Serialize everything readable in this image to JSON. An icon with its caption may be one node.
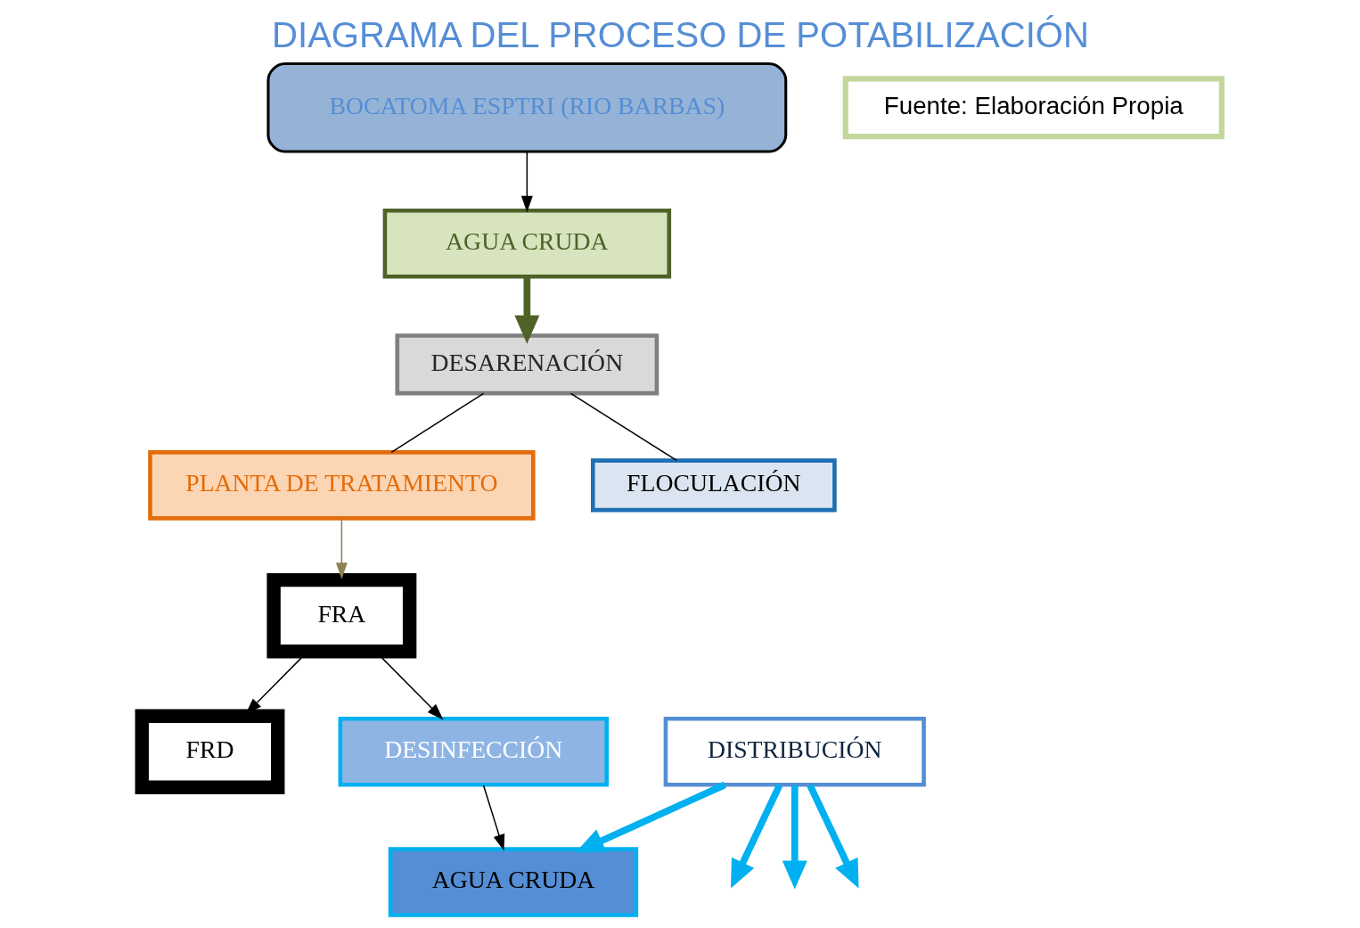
{
  "diagram": {
    "title": "DIAGRAMA DEL PROCESO DE POTABILIZACIÓN",
    "nodes": [
      {
        "text": [
          "BOCATOMA ESPTRI (RIO BARBAS)"
        ]
      },
      {
        "text": [
          "AGUA CRUDA"
        ]
      },
      {
        "text": [
          "DESARENACIÓN"
        ]
      },
      {
        "text": [
          "PLANTA DE TRATAMIENTO"
        ]
      },
      {
        "text": [
          "FRA"
        ]
      },
      {
        "text": [
          "FRD"
        ]
      },
      {
        "text": [
          "FLOCULACIÓN"
        ]
      },
      {
        "text": [
          "DESINFECCIÓN"
        ]
      },
      {
        "text": [
          "AGUA CRUDA"
        ]
      },
      {
        "text": [
          "DISTRIBUCIÓN"
        ]
      },
      {
        "text": [
          "Fuente: Elaboración Propia"
        ]
      }
    ],
    "edges": [
      {
        "from": 0,
        "to": 1,
        "arrow": "to"
      },
      {
        "from": 1,
        "to": 2,
        "arrow": "to",
        "style": "thick",
        "color": "#4f6228"
      },
      {
        "from": 2,
        "to": 3,
        "arrow": "none"
      },
      {
        "from": 2,
        "to": 6,
        "arrow": "none"
      },
      {
        "from": 3,
        "to": 4,
        "arrow": "to",
        "color": "#8b8355"
      },
      {
        "from": 4,
        "to": 5,
        "arrow": "to"
      },
      {
        "from": 4,
        "to": 7,
        "arrow": "to"
      },
      {
        "from": 7,
        "to": 8,
        "arrow": "to"
      },
      {
        "from": 9,
        "to": 8,
        "arrow": "to",
        "style": "thick",
        "color": "#00b0f0"
      },
      {
        "from": 9,
        "to": null,
        "arrow": "to",
        "style": "thick",
        "color": "#00b0f0"
      },
      {
        "from": 9,
        "to": null,
        "arrow": "to",
        "style": "thick",
        "color": "#00b0f0"
      },
      {
        "from": 9,
        "to": null,
        "arrow": "to",
        "style": "thick",
        "color": "#00b0f0"
      }
    ]
  }
}
